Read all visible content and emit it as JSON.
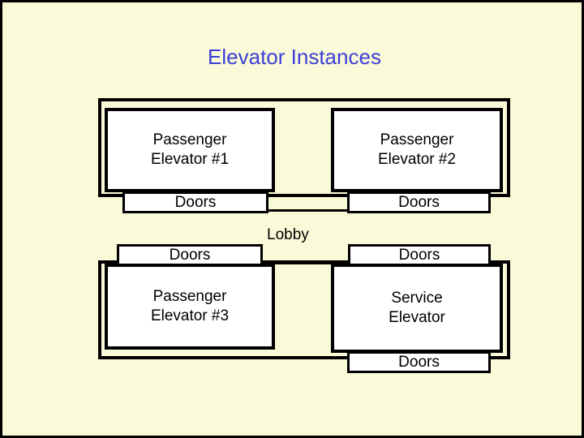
{
  "title": "Elevator Instances",
  "lobby_label": "Lobby",
  "elevators": [
    {
      "label": "Passenger\nElevator #1"
    },
    {
      "label": "Passenger\nElevator #2"
    },
    {
      "label": "Passenger\nElevator #3"
    },
    {
      "label": "Service\nElevator"
    }
  ],
  "doors": [
    "Doors",
    "Doors",
    "Doors",
    "Doors",
    "Doors"
  ],
  "colors": {
    "background": "#fafad8",
    "title": "#3b3fd6",
    "stroke": "#000000"
  }
}
